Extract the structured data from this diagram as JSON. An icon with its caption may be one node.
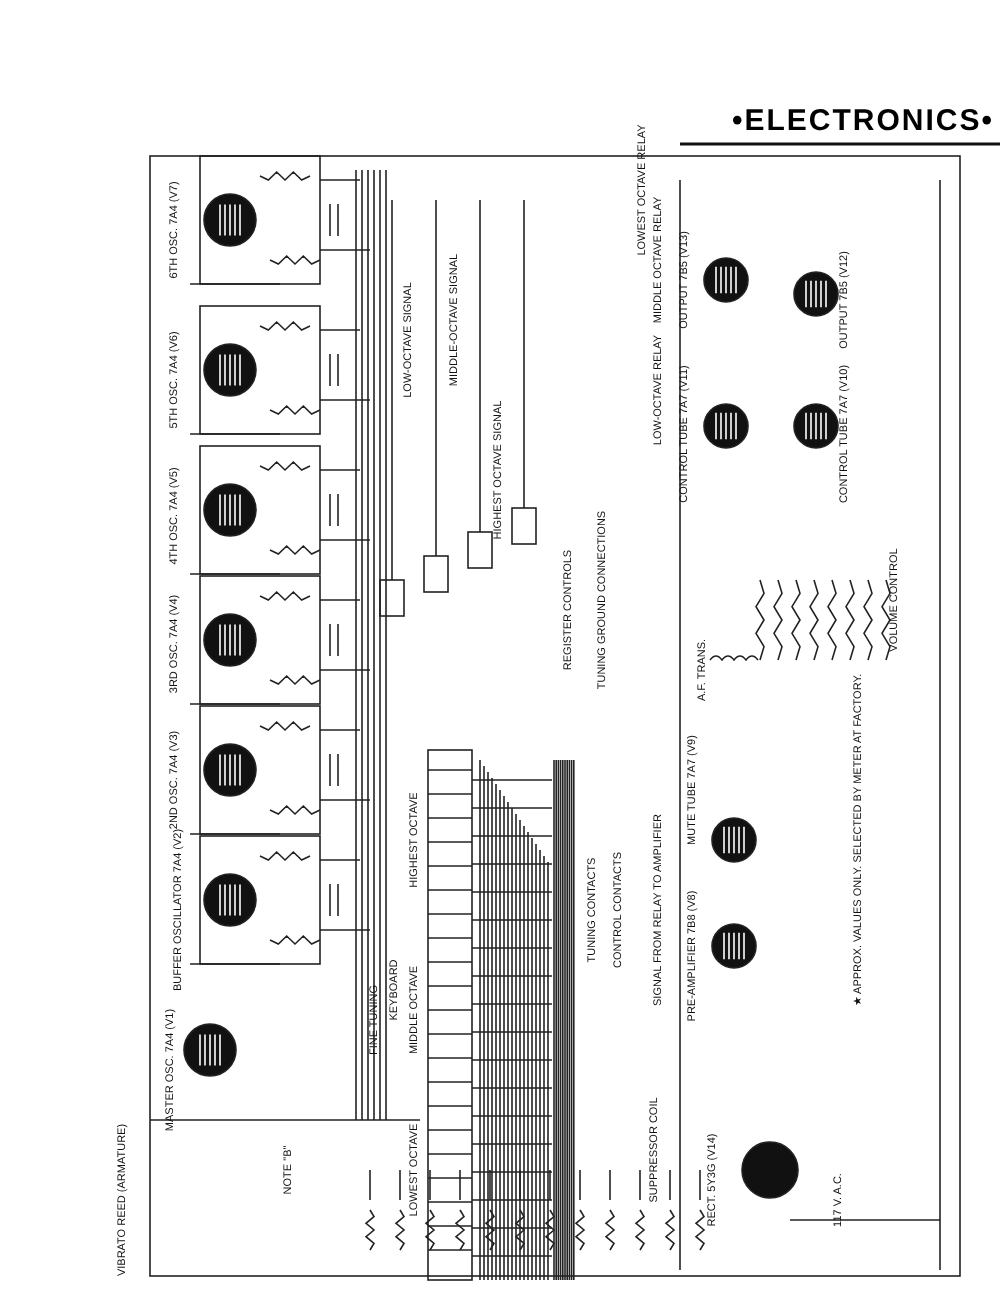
{
  "diagram": {
    "title": "•ELECTRONICS•",
    "labels": [
      "VIBRATO REED (ARMATURE)",
      "MASTER OSC. 7A4 (V1)",
      "BUFFER OSCILLATOR 7A4 (V2)",
      "2ND OSC. 7A4 (V3)",
      "3RD OSC. 7A4 (V4)",
      "4TH OSC. 7A4 (V5)",
      "5TH OSC. 7A4 (V6)",
      "6TH OSC. 7A4 (V7)",
      "LOW-OCTAVE SIGNAL",
      "MIDDLE-OCTAVE SIGNAL",
      "HIGHEST OCTAVE SIGNAL",
      "REGISTER CONTROLS",
      "TUNING GROUND CONNECTIONS",
      "KEYBOARD",
      "LOWEST OCTAVE",
      "MIDDLE OCTAVE",
      "HIGHEST OCTAVE",
      "TUNING CONTACTS",
      "CONTROL CONTACTS",
      "SIGNAL FROM RELAY TO AMPLIFIER",
      "LOWEST OCTAVE RELAY",
      "MIDDLE OCTAVE RELAY",
      "LOW-OCTAVE RELAY",
      "OUTPUT 7B5 (V13)",
      "CONTROL TUBE 7A7 (V11)",
      "OUTPUT 7B5 (V12)",
      "CONTROL TUBE 7A7 (V10)",
      "VOLUME CONTROL",
      "A.F. TRANS.",
      "MUTE TUBE 7A7 (V9)",
      "PRE-AMPLIFIER 7B8 (V8)",
      "★ APPROX. VALUES ONLY. SELECTED BY METER AT FACTORY.",
      "RECT. 5Y3G (V14)",
      "117 V. A.C.",
      "SUPPRESSOR COIL",
      "FINE TUNING",
      "NOTE \"B\""
    ]
  }
}
